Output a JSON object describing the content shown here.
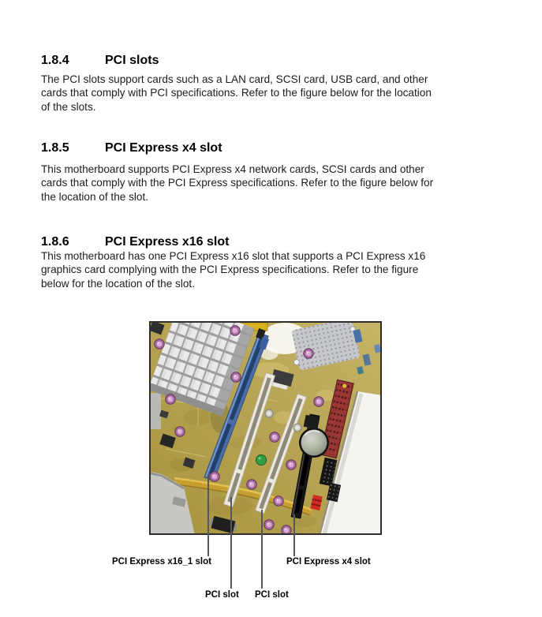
{
  "sections": [
    {
      "number": "1.8.4",
      "title": "PCI slots",
      "body_lines": [
        "The PCI slots support cards such as a LAN card, SCSI card, USB card, and other",
        "cards that comply with PCI specifications. Refer to the figure below for the location",
        "of the slots."
      ]
    },
    {
      "number": "1.8.5",
      "title": "PCI Express x4 slot",
      "body_lines": [
        "This motherboard supports PCI Express x4 network cards, SCSI cards and other",
        "cards that comply with the PCI Express specifications. Refer to the figure below for",
        "the location of the slot."
      ]
    },
    {
      "number": "1.8.6",
      "title": "PCI Express x16 slot",
      "body_lines": [
        "This motherboard has one PCI Express x16 slot that supports a PCI Express x16",
        "graphics card complying with the PCI Express specifications. Refer to the figure",
        "below for the location of the slot."
      ]
    }
  ],
  "figure": {
    "description": "Photo of motherboard expansion slot area",
    "labels": [
      {
        "text": "PCI Express x16_1 slot"
      },
      {
        "text": "PCI slot"
      },
      {
        "text": "PCI slot"
      },
      {
        "text": "PCI Express x4 slot"
      }
    ],
    "colors": {
      "pcb": "#b3a052",
      "pcie_x16_slot": "#4a6da6",
      "pci_slot": "#ece8dc",
      "pcie_x4_slot": "#161616",
      "ide_connector": "#9a3734",
      "leader_line": "#565758",
      "frame_border": "#2e2e2e"
    }
  }
}
